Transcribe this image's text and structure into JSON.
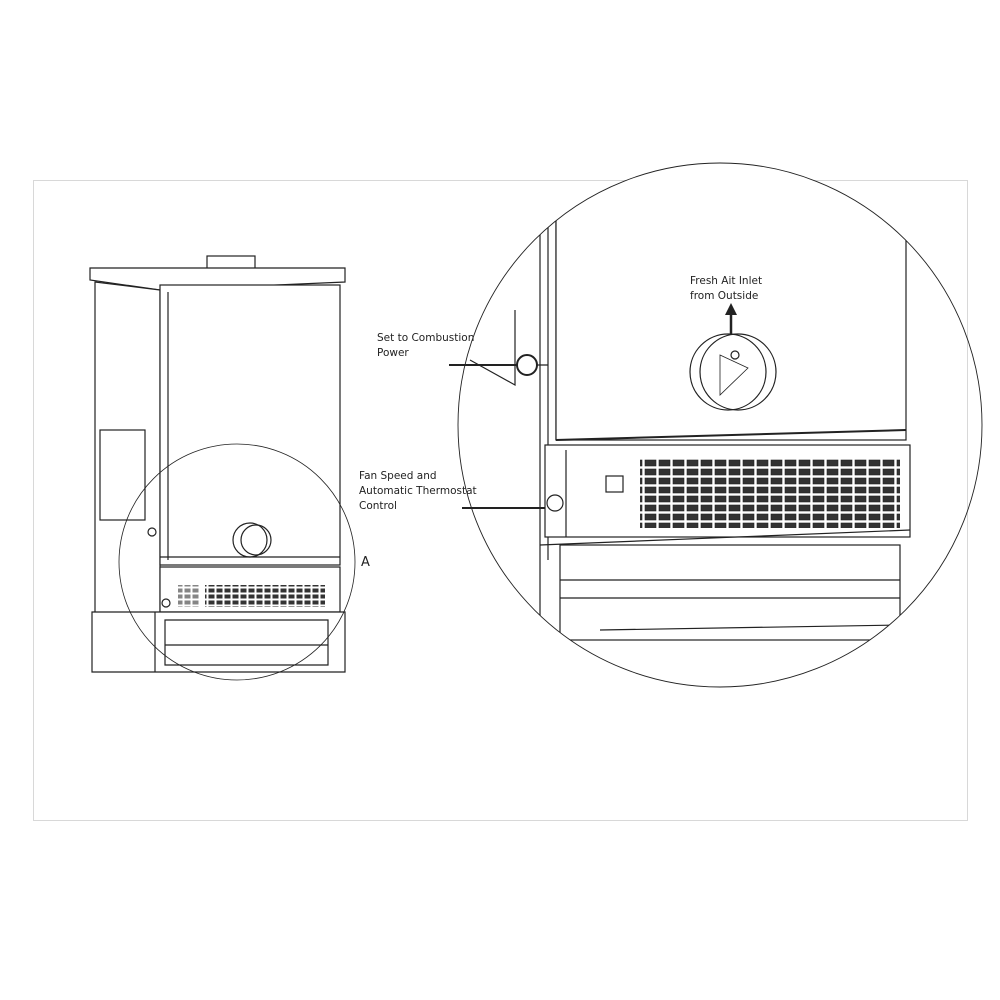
{
  "labels": {
    "detail_marker": "A",
    "fresh_air": "Fresh Ait Inlet\nfrom Outside",
    "combustion": "Set to Combustion\nPower",
    "fan_speed": "Fan Speed and\nAutomatic Thermostat\nControl"
  }
}
